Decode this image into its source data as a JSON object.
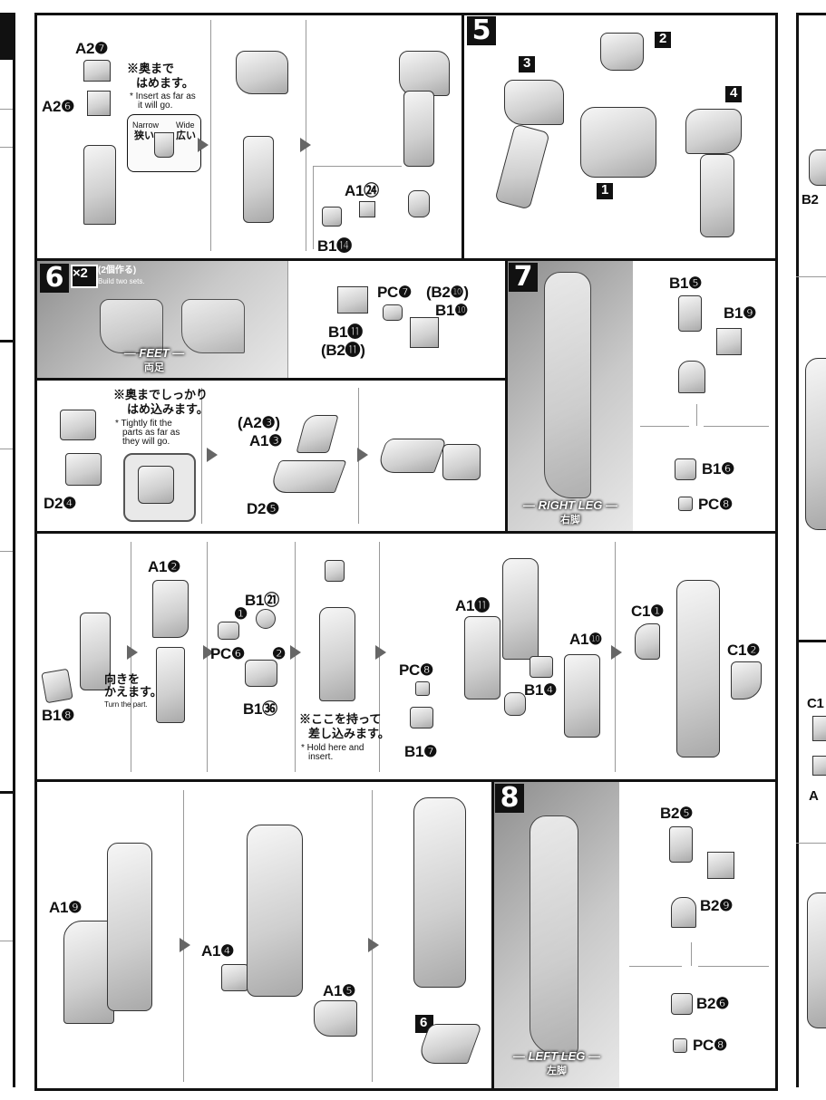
{
  "labels": {
    "a2_7": "A2❼",
    "a2_6": "A2❻",
    "a1_24": "A1㉔",
    "b1_14": "B1⓮",
    "s5_1": "1",
    "s5_2": "2",
    "s5_3": "3",
    "s5_4": "4",
    "pc7": "PC❼",
    "b2_10": "(B2❿)",
    "b1_10": "B1❿",
    "b1_11": "B1⓫",
    "b2_11": "(B2⓫)",
    "d2_4": "D2❹",
    "a2_3": "(A2❸)",
    "a1_3": "A1❸",
    "d2_5": "D2❺",
    "b1_5": "B1❺",
    "b1_9": "B1❾",
    "b1_6": "B1❻",
    "pc8_s7": "PC❽",
    "a1_2": "A1❷",
    "b1_8": "B1❽",
    "b1_21": "B1㉑",
    "step_1": "❶",
    "step_2": "❷",
    "pc6": "PC❻",
    "b1_36": "B1㊱",
    "pc8_mid": "PC❽",
    "b1_7": "B1❼",
    "a1_11": "A1⓫",
    "b1_4": "B1❹",
    "a1_10": "A1❿",
    "c1_1": "C1❶",
    "c1_2": "C1❷",
    "a1_9": "A1❾",
    "a1_4": "A1❹",
    "a1_5": "A1❺",
    "ref6": "6",
    "b2_5": "B2❺",
    "b2_9": "B2❾",
    "b2_6": "B2❻",
    "pc8_s8": "PC❽",
    "edge_b2": "B2",
    "edge_c1": "C1",
    "edge_a": "A"
  },
  "steps": {
    "s5": "5",
    "s6": "6",
    "s7": "7",
    "s8": "8",
    "x2": "×2",
    "x2_note_jp": "(2個作る)",
    "x2_note_en": "Build two sets."
  },
  "notes": {
    "insert_jp_1": "※奥まで",
    "insert_jp_2": "はめます。",
    "insert_en_1": "* Insert as far as",
    "insert_en_2": "it will go.",
    "narrow": "Narrow",
    "narrow_jp": "狭い",
    "wide": "Wide",
    "wide_jp": "広い",
    "tight_jp_1": "※奥までしっかり",
    "tight_jp_2": "はめ込みます。",
    "tight_en_1": "* Tightly fit the",
    "tight_en_2": "parts as far as",
    "tight_en_3": "they will go.",
    "turn_jp_1": "向きを",
    "turn_jp_2": "かえます。",
    "turn_en": "Turn the part.",
    "hold_jp_1": "※ここを持って",
    "hold_jp_2": "差し込みます。",
    "hold_en_1": "* Hold here and",
    "hold_en_2": "insert."
  },
  "banners": {
    "feet": "— FEET —",
    "feet_jp": "両足",
    "right_leg": "— RIGHT LEG —",
    "right_leg_jp": "右脚",
    "left_leg": "— LEFT LEG —",
    "left_leg_jp": "左脚"
  }
}
